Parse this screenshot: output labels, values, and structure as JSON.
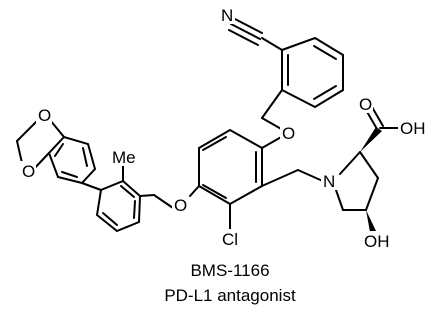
{
  "atoms": {
    "n_nitrile": "N",
    "o_benzyl_ether_top": "O",
    "o_carbonyl": "O",
    "oh_acid": "OH",
    "n_pyrrolidine": "N",
    "me": "Me",
    "o_dioxane_top": "O",
    "o_dioxane_bottom": "O",
    "o_benzyl_ether_left": "O",
    "cl": "Cl",
    "oh_hydroxyl": "OH"
  },
  "caption": {
    "line1": "BMS-1166",
    "line2": "PD-L1 antagonist"
  }
}
